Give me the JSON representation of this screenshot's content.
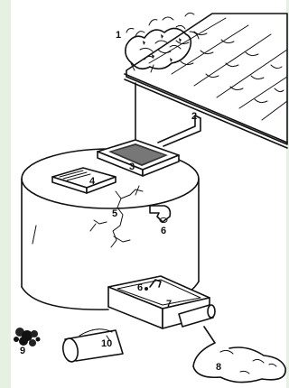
{
  "labels": {
    "l1": "1",
    "l2": "2",
    "l3": "3",
    "l4": "4",
    "l5": "5",
    "l6a": "6",
    "l6b": "6",
    "l7": "7",
    "l8": "8",
    "l9": "9",
    "l10": "10"
  },
  "colors": {
    "background": "#e6f1e2",
    "paper": "#ffffff",
    "ink": "#111111"
  }
}
